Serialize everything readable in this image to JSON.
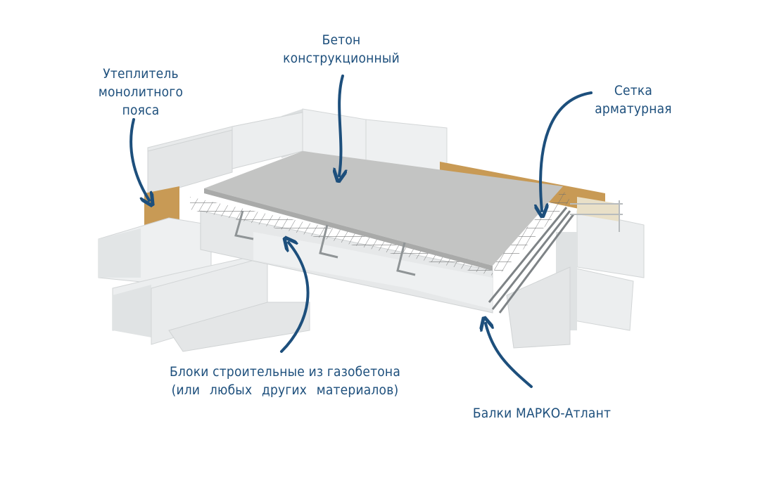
{
  "labels": {
    "concrete": {
      "line1": "Бетон",
      "line2": "конструкционный"
    },
    "insulation": {
      "line1": "Утеплитель",
      "line2": "монолитного",
      "line3": "пояса"
    },
    "mesh": {
      "line1": "Сетка",
      "line2": "арматурная"
    },
    "blocks": {
      "line1": "Блоки строительные из газобетона",
      "line2": "(или любых других материалов)"
    },
    "beams": {
      "line1": "Балки МАРКО-Атлант"
    }
  },
  "colors": {
    "accent": "#1d4f7c",
    "block": "#eceeef",
    "slab": "#bfc0bf",
    "insulation": "#c89a55"
  }
}
